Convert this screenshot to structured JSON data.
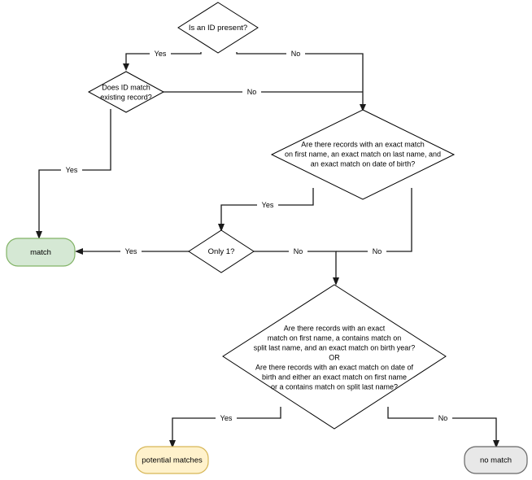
{
  "diagram": {
    "type": "flowchart",
    "title": "",
    "background_color": "#ffffff",
    "nodes": {
      "id_present": {
        "shape": "diamond",
        "lines": [
          "Is an ID present?"
        ]
      },
      "id_match": {
        "shape": "diamond",
        "lines": [
          "Does ID match",
          "existing record?"
        ]
      },
      "exact_match": {
        "shape": "diamond",
        "lines": [
          "Are there records with an exact match",
          "on first name, an exact match on last name, and",
          "an exact match on date of birth?"
        ]
      },
      "only_one": {
        "shape": "diamond",
        "lines": [
          "Only 1?"
        ]
      },
      "fuzzy_match": {
        "shape": "diamond",
        "lines": [
          "Are there records with an exact",
          "match on first name, a contains match on",
          "split last name, and an exact match on birth year?",
          "OR",
          "Are there records with an exact match on date of",
          "birth and either an exact match on first name",
          "or a contains match on split last name?"
        ]
      },
      "match": {
        "shape": "rounded-rect",
        "label": "match",
        "fill": "#d5e8d4",
        "stroke": "#82b366"
      },
      "potential_matches": {
        "shape": "rounded-rect",
        "label": "potential matches",
        "fill": "#fff2cc",
        "stroke": "#d6b656"
      },
      "no_match": {
        "shape": "rounded-rect",
        "label": "no match",
        "fill": "#e8e8e8",
        "stroke": "#666666"
      }
    },
    "edge_labels": {
      "id_present_yes": "Yes",
      "id_present_no": "No",
      "id_match_yes": "Yes",
      "id_match_no": "No",
      "exact_match_yes": "Yes",
      "exact_match_no": "No",
      "only_one_yes": "Yes",
      "only_one_no": "No",
      "fuzzy_yes": "Yes",
      "fuzzy_no": "No"
    }
  }
}
